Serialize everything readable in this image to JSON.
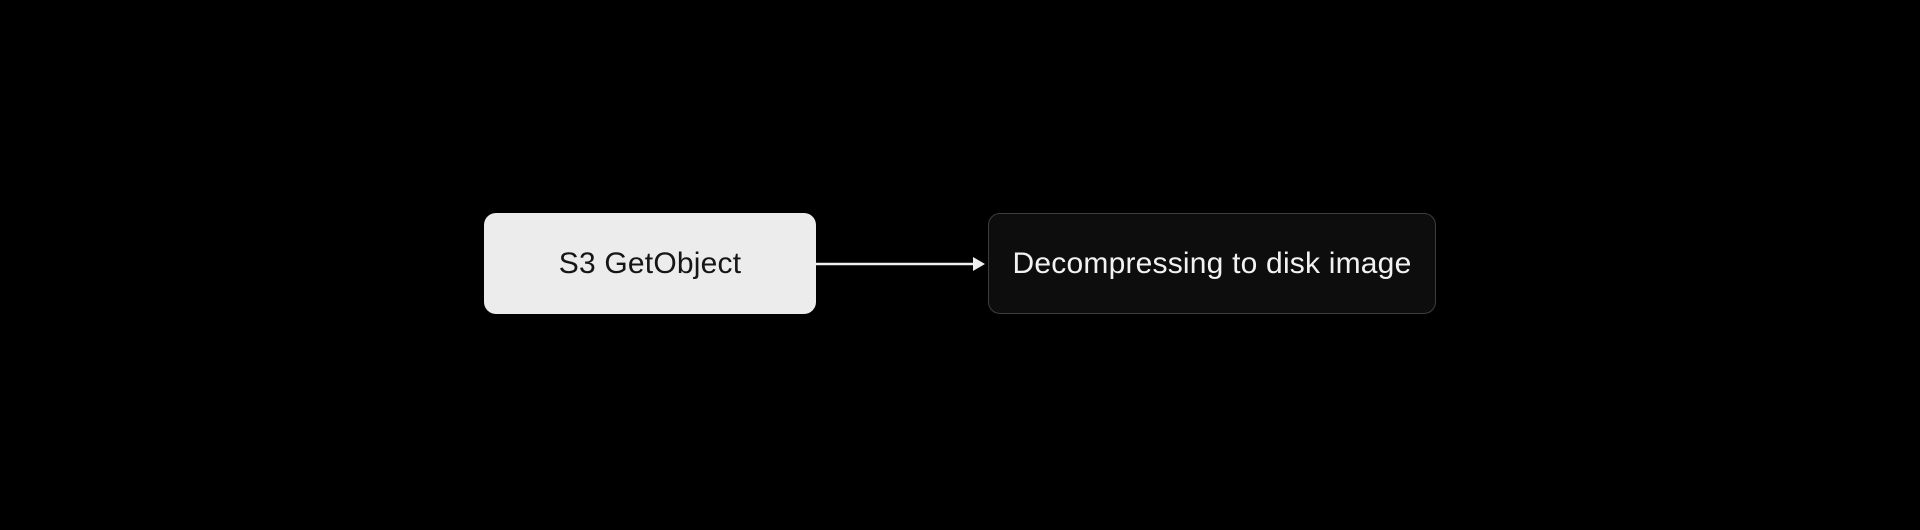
{
  "diagram": {
    "background_color": "#000000",
    "nodes": [
      {
        "id": "s3-getobject",
        "label": "S3 GetObject",
        "fill_color": "#ECECEC",
        "text_color": "#161616",
        "border_color": "#ECECEC"
      },
      {
        "id": "decompressing-to-disk-image",
        "label": "Decompressing to disk image",
        "fill_color": "#0D0D0D",
        "text_color": "#F2F2F2",
        "border_color": "#3E3E3E"
      }
    ],
    "edges": [
      {
        "from": "s3-getobject",
        "to": "decompressing-to-disk-image",
        "color": "#EFEFEF",
        "direction": "right"
      }
    ]
  }
}
